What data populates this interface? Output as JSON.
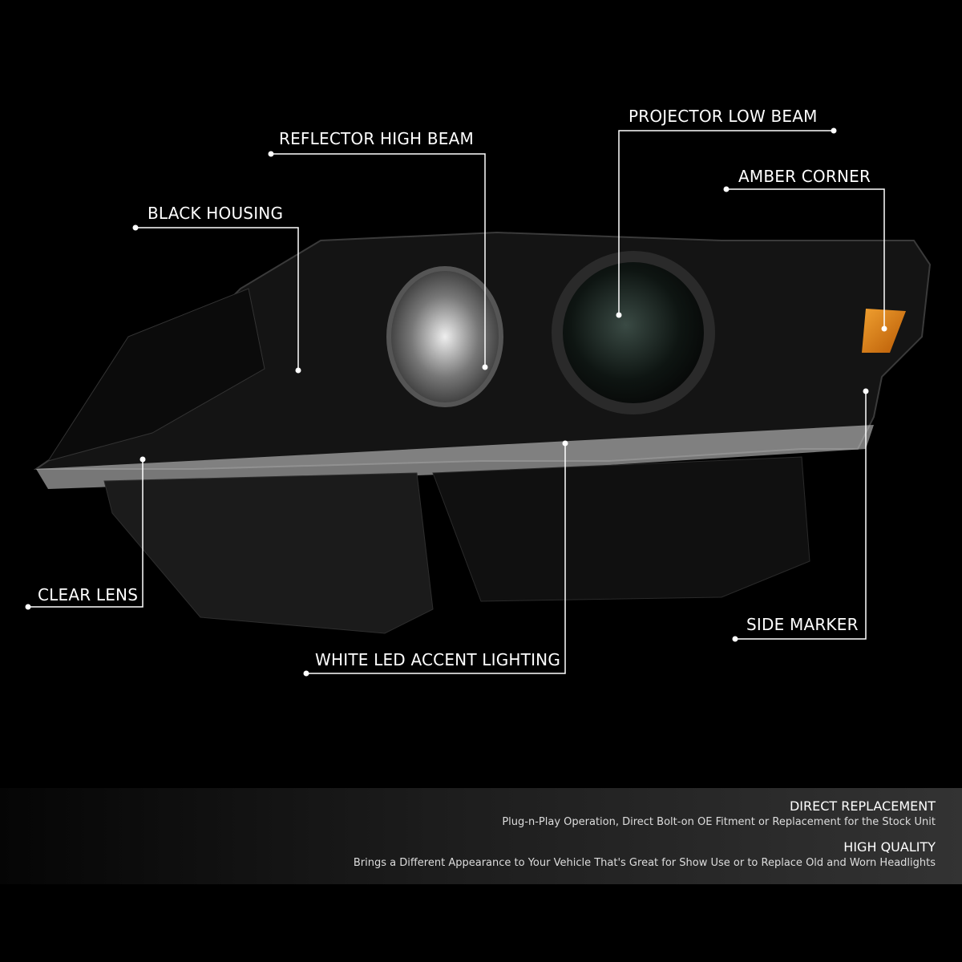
{
  "callouts": {
    "reflector_high_beam": "REFLECTOR HIGH BEAM",
    "projector_low_beam": "PROJECTOR LOW BEAM",
    "amber_corner": "AMBER CORNER",
    "black_housing": "BLACK HOUSING",
    "clear_lens": "CLEAR LENS",
    "white_led": "WHITE LED ACCENT LIGHTING",
    "side_marker": "SIDE MARKER"
  },
  "banner": {
    "feature1_title": "DIRECT REPLACEMENT",
    "feature1_text": "Plug-n-Play Operation, Direct Bolt-on OE Fitment or Replacement for the Stock Unit",
    "feature2_title": "HIGH QUALITY",
    "feature2_text": "Brings a Different Appearance to Your Vehicle That's Great for Show Use or to Replace Old and Worn Headlights"
  },
  "colors": {
    "amber": "#e07a10",
    "background": "#000000"
  }
}
